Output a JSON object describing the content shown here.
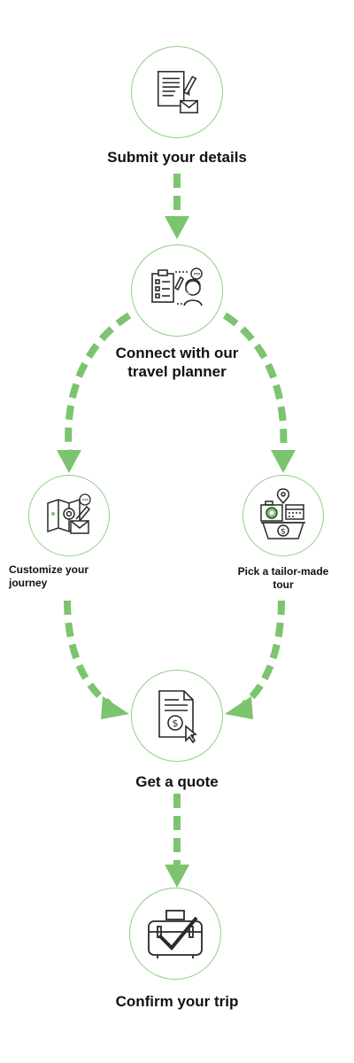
{
  "colors": {
    "accent": "#8fcf85",
    "arrow": "#7cc46f",
    "text": "#111111",
    "icon_stroke": "#2a2a2a",
    "icon_fill": "#7cc46f"
  },
  "steps": [
    {
      "label": "Submit your details",
      "icon": "document-envelope-icon"
    },
    {
      "label": "Connect with our\ntravel planner",
      "icon": "planner-consult-icon"
    },
    {
      "label": "Customize your\njourney",
      "icon": "map-customize-icon"
    },
    {
      "label": "Pick a tailor-made\ntour",
      "icon": "camera-tour-icon"
    },
    {
      "label": "Get a quote",
      "icon": "quote-document-icon"
    },
    {
      "label": "Confirm your trip",
      "icon": "suitcase-check-icon"
    }
  ],
  "connections": [
    {
      "from": "Submit your details",
      "to": "Connect with our travel planner"
    },
    {
      "from": "Connect with our travel planner",
      "to": "Customize your journey"
    },
    {
      "from": "Connect with our travel planner",
      "to": "Pick a tailor-made tour"
    },
    {
      "from": "Customize your journey",
      "to": "Get a quote"
    },
    {
      "from": "Pick a tailor-made tour",
      "to": "Get a quote"
    },
    {
      "from": "Get a quote",
      "to": "Confirm your trip"
    }
  ]
}
